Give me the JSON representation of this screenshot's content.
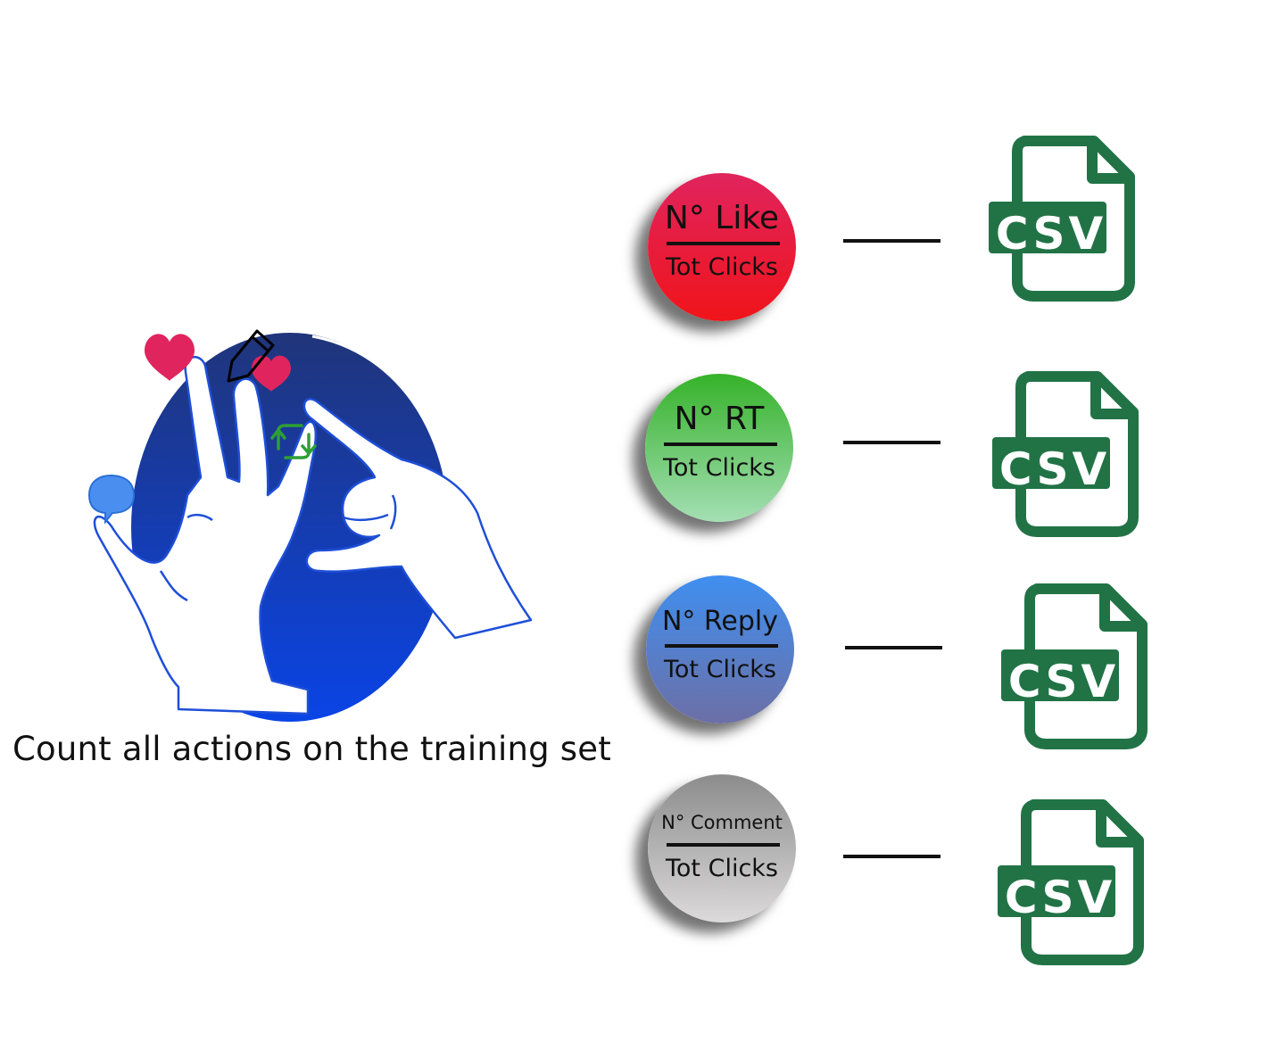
{
  "caption": "Count all actions on the training set",
  "colors": {
    "illustration_blue": "#0a44e6",
    "like_red": "#e0245e",
    "retweet_green": "#35b229",
    "reply_blue": "#3f8ff0",
    "comment_gray": "#8c8c8c",
    "csv_green": "#217346"
  },
  "illustration": {
    "icons": [
      "heart-icon",
      "heart-icon",
      "pencil-icon",
      "retweet-icon",
      "comment-bubble-icon"
    ]
  },
  "metrics": [
    {
      "numerator": "N° Like",
      "denominator": "Tot Clicks",
      "output": "CSV"
    },
    {
      "numerator": "N° RT",
      "denominator": "Tot Clicks",
      "output": "CSV"
    },
    {
      "numerator": "N° Reply",
      "denominator": "Tot Clicks",
      "output": "CSV"
    },
    {
      "numerator": "N° Comment",
      "denominator": "Tot Clicks",
      "output": "CSV"
    }
  ]
}
